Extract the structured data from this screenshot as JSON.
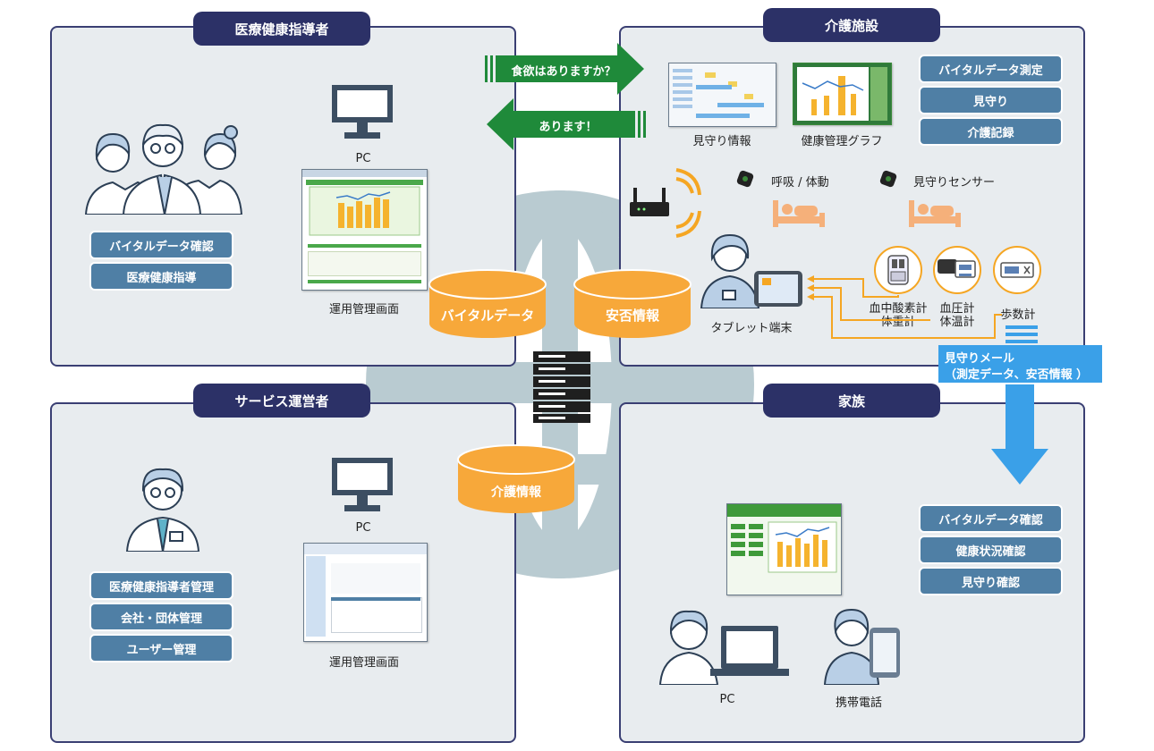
{
  "panels": {
    "medical": {
      "title": "医療健康指導者",
      "pc_label": "PC",
      "screen_label": "運用管理画面",
      "buttons": [
        "バイタルデータ確認",
        "医療健康指導"
      ]
    },
    "care": {
      "title": "介護施設",
      "buttons": [
        "バイタルデータ測定",
        "見守り",
        "介護記録"
      ],
      "thumb1_label": "見守り情報",
      "thumb2_label": "健康管理グラフ",
      "sensor1_label": "呼吸 / 体動",
      "sensor2_label": "見守りセンサー",
      "tablet_label": "タブレット端末",
      "device1_label_line1": "血中酸素計",
      "device1_label_line2": "体重計",
      "device2_label_line1": "血圧計",
      "device2_label_line2": "体温計",
      "device3_label": "歩数計"
    },
    "service": {
      "title": "サービス運営者",
      "pc_label": "PC",
      "screen_label": "運用管理画面",
      "buttons": [
        "医療健康指導者管理",
        "会社・団体管理",
        "ユーザー管理"
      ]
    },
    "family": {
      "title": "家族",
      "buttons": [
        "バイタルデータ確認",
        "健康状況確認",
        "見守り確認"
      ],
      "pc_label": "PC",
      "phone_label": "携帯電話"
    }
  },
  "arrows": {
    "question": "食欲はありますか？",
    "answer": "あります！"
  },
  "databases": [
    "バイタルデータ",
    "安否情報",
    "介護情報"
  ],
  "mail": {
    "line1": "見守りメール",
    "line2": "（測定データ、安否情報 ）"
  },
  "colors": {
    "panel_border": "#3a3f73",
    "title_bg": "#2c3167",
    "button_bg": "#4f7fa5",
    "cylinder": "#f7a83a",
    "green_arrow": "#1f8a3a",
    "mail_blue": "#3aa0e8"
  }
}
